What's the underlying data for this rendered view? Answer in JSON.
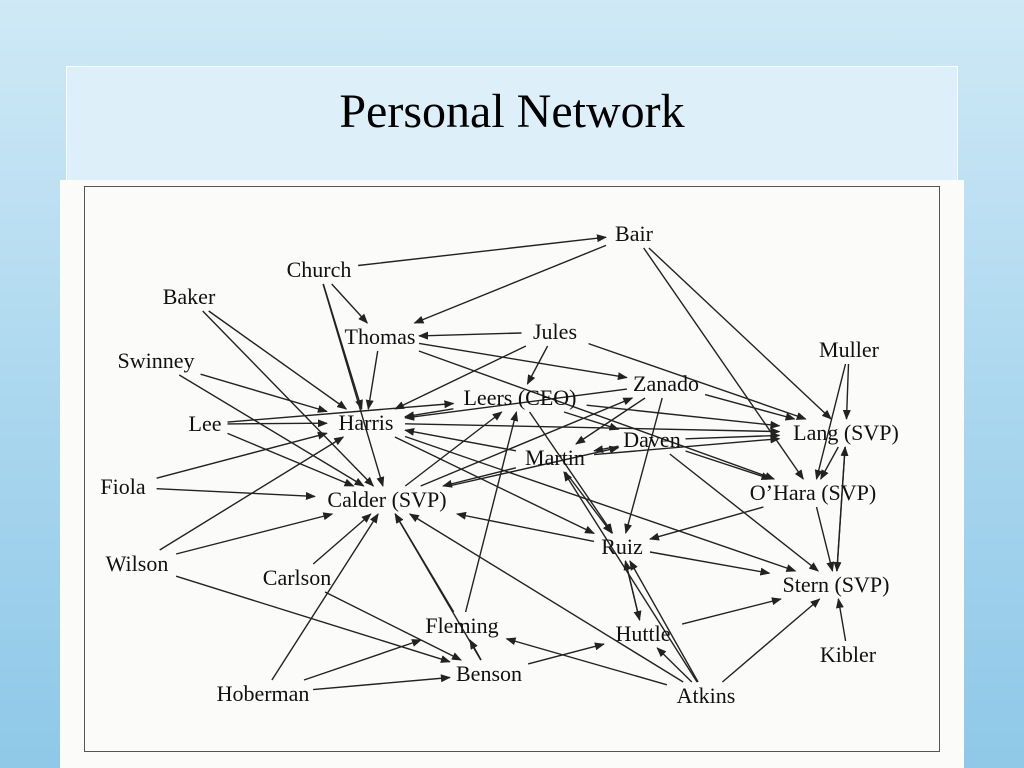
{
  "slide": {
    "title": "Personal Network"
  },
  "diagram": {
    "nodes": [
      {
        "id": "bair",
        "label": "Bair"
      },
      {
        "id": "church",
        "label": "Church"
      },
      {
        "id": "baker",
        "label": "Baker"
      },
      {
        "id": "thomas",
        "label": "Thomas"
      },
      {
        "id": "jules",
        "label": "Jules"
      },
      {
        "id": "muller",
        "label": "Muller"
      },
      {
        "id": "swinney",
        "label": "Swinney"
      },
      {
        "id": "zanado",
        "label": "Zanado"
      },
      {
        "id": "leers",
        "label": "Leers (CEO)"
      },
      {
        "id": "lee",
        "label": "Lee"
      },
      {
        "id": "harris",
        "label": "Harris"
      },
      {
        "id": "daven",
        "label": "Daven"
      },
      {
        "id": "lang",
        "label": "Lang  (SVP)"
      },
      {
        "id": "martin",
        "label": "Martin"
      },
      {
        "id": "fiola",
        "label": "Fiola"
      },
      {
        "id": "calder",
        "label": "Calder (SVP)"
      },
      {
        "id": "ohara",
        "label": "O’Hara (SVP)"
      },
      {
        "id": "ruiz",
        "label": "Ruiz"
      },
      {
        "id": "wilson",
        "label": "Wilson"
      },
      {
        "id": "carlson",
        "label": "Carlson"
      },
      {
        "id": "stern",
        "label": "Stern (SVP)"
      },
      {
        "id": "fleming",
        "label": "Fleming"
      },
      {
        "id": "huttle",
        "label": "Huttle"
      },
      {
        "id": "kibler",
        "label": "Kibler"
      },
      {
        "id": "benson",
        "label": "Benson"
      },
      {
        "id": "hoberman",
        "label": "Hoberman"
      },
      {
        "id": "atkins",
        "label": "Atkins"
      }
    ],
    "edges": [
      [
        "church",
        "bair"
      ],
      [
        "bair",
        "thomas"
      ],
      [
        "bair",
        "lang"
      ],
      [
        "bair",
        "ohara"
      ],
      [
        "church",
        "calder"
      ],
      [
        "church",
        "harris"
      ],
      [
        "church",
        "thomas"
      ],
      [
        "baker",
        "harris"
      ],
      [
        "baker",
        "calder"
      ],
      [
        "swinney",
        "harris"
      ],
      [
        "swinney",
        "calder"
      ],
      [
        "lee",
        "harris"
      ],
      [
        "lee",
        "calder"
      ],
      [
        "lee",
        "leers"
      ],
      [
        "fiola",
        "calder"
      ],
      [
        "fiola",
        "harris"
      ],
      [
        "wilson",
        "harris"
      ],
      [
        "wilson",
        "calder"
      ],
      [
        "wilson",
        "benson"
      ],
      [
        "thomas",
        "harris"
      ],
      [
        "thomas",
        "zanado"
      ],
      [
        "thomas",
        "ohara"
      ],
      [
        "jules",
        "leers"
      ],
      [
        "jules",
        "thomas"
      ],
      [
        "jules",
        "lang"
      ],
      [
        "jules",
        "harris"
      ],
      [
        "muller",
        "lang"
      ],
      [
        "muller",
        "ohara"
      ],
      [
        "zanado",
        "harris"
      ],
      [
        "zanado",
        "lang"
      ],
      [
        "zanado",
        "martin"
      ],
      [
        "zanado",
        "ruiz"
      ],
      [
        "leers",
        "harris"
      ],
      [
        "leers",
        "daven"
      ],
      [
        "leers",
        "lang"
      ],
      [
        "leers",
        "ruiz"
      ],
      [
        "daven",
        "martin"
      ],
      [
        "daven",
        "lang"
      ],
      [
        "daven",
        "stern"
      ],
      [
        "daven",
        "ohara"
      ],
      [
        "martin",
        "harris"
      ],
      [
        "martin",
        "calder"
      ],
      [
        "martin",
        "lang"
      ],
      [
        "martin",
        "ruiz"
      ],
      [
        "harris",
        "ruiz"
      ],
      [
        "harris",
        "lang"
      ],
      [
        "harris",
        "stern"
      ],
      [
        "calder",
        "leers"
      ],
      [
        "calder",
        "zanado"
      ],
      [
        "calder",
        "daven"
      ],
      [
        "ohara",
        "ruiz"
      ],
      [
        "ohara",
        "stern"
      ],
      [
        "lang",
        "stern"
      ],
      [
        "lang",
        "ohara"
      ],
      [
        "ruiz",
        "huttle"
      ],
      [
        "ruiz",
        "stern"
      ],
      [
        "ruiz",
        "calder"
      ],
      [
        "carlson",
        "benson"
      ],
      [
        "carlson",
        "calder"
      ],
      [
        "fleming",
        "calder"
      ],
      [
        "fleming",
        "leers"
      ],
      [
        "benson",
        "huttle"
      ],
      [
        "benson",
        "fleming"
      ],
      [
        "benson",
        "calder"
      ],
      [
        "hoberman",
        "calder"
      ],
      [
        "hoberman",
        "benson"
      ],
      [
        "hoberman",
        "fleming"
      ],
      [
        "atkins",
        "fleming"
      ],
      [
        "atkins",
        "huttle"
      ],
      [
        "atkins",
        "stern"
      ],
      [
        "atkins",
        "ruiz"
      ],
      [
        "atkins",
        "martin"
      ],
      [
        "atkins",
        "calder"
      ],
      [
        "huttle",
        "stern"
      ],
      [
        "kibler",
        "stern"
      ],
      [
        "stern",
        "lang"
      ],
      [
        "huttle",
        "ruiz"
      ]
    ]
  }
}
